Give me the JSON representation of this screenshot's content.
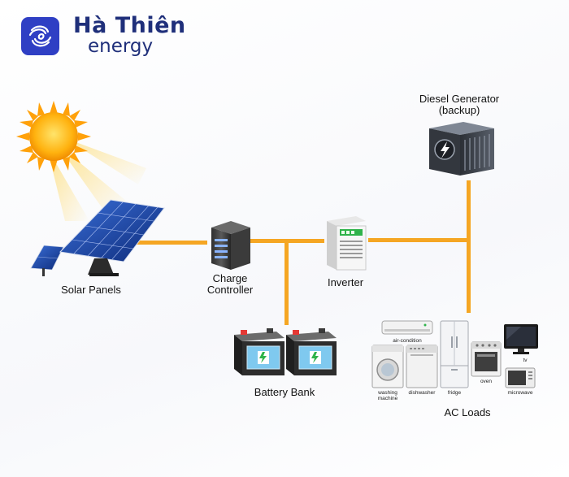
{
  "brand": {
    "name": "Hà Thiên",
    "subtitle": "energy",
    "logo_color": "#2f3fc4",
    "text_color": "#1f2f7a"
  },
  "wire_color": "#f5a623",
  "components": {
    "solar": {
      "label": "Solar Panels",
      "icon": "solar-panel-icon"
    },
    "sun": {
      "icon": "sun-icon"
    },
    "charge_controller": {
      "line1": "Charge",
      "line2": "Controller",
      "icon": "charge-controller-icon"
    },
    "inverter": {
      "label": "Inverter",
      "icon": "inverter-icon"
    },
    "generator": {
      "line1": "Diesel Generator",
      "line2": "(backup)",
      "icon": "generator-icon"
    },
    "battery": {
      "label": "Battery Bank",
      "icon": "battery-icon"
    },
    "loads": {
      "label": "AC Loads"
    }
  },
  "appliances": {
    "air_condition": "air-condition",
    "washing_machine_1": "washing",
    "washing_machine_2": "machine",
    "dishwasher": "dishwasher",
    "fridge": "fridge",
    "oven": "oven",
    "tv": "tv",
    "microwave": "microwave"
  }
}
